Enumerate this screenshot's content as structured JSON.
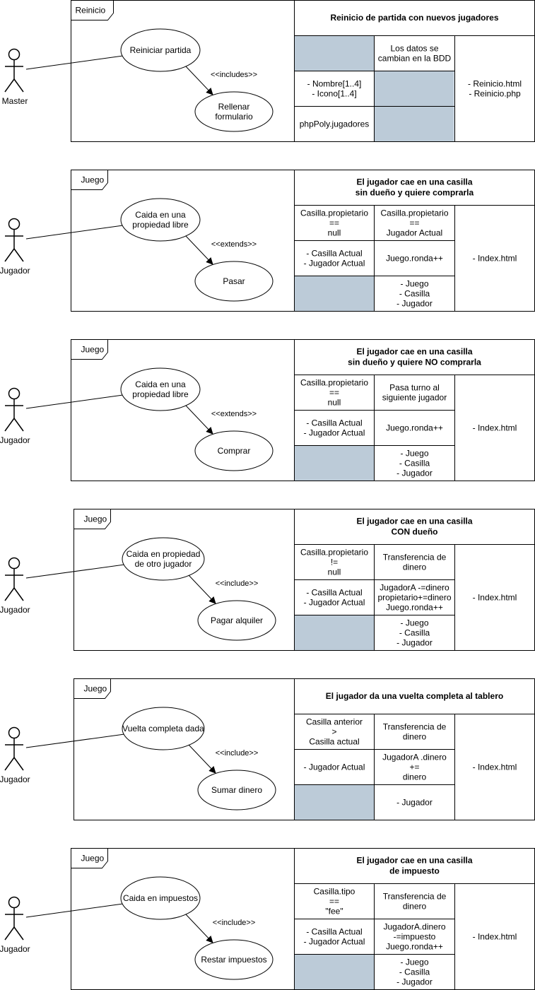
{
  "colors": {
    "shade": "#bccbd8",
    "stroke": "#000000",
    "background": "#ffffff"
  },
  "diagrams": [
    {
      "frame_label": "Reinicio",
      "actor": "Master",
      "main_use_case": "Reiniciar partida",
      "relation": "<<includes>>",
      "sub_use_case": [
        "Rellenar",
        "formulario"
      ],
      "table": {
        "title": [
          "Reinicio de partida con nuevos jugadores"
        ],
        "cells": [
          [
            null,
            [
              "Los datos se",
              "cambian en la BDD"
            ]
          ],
          [
            [
              "- Nombre[1..4]",
              "- Icono[1..4]"
            ],
            null
          ],
          [
            [
              "phpPoly.jugadores"
            ],
            null
          ]
        ],
        "right": [
          "- Reinicio.html",
          "- Reinicio.php"
        ]
      }
    },
    {
      "frame_label": "Juego",
      "actor": "Jugador",
      "main_use_case": [
        "Caida en una",
        "propiedad libre"
      ],
      "relation": "<<extends>>",
      "sub_use_case": [
        "Pasar"
      ],
      "table": {
        "title": [
          "El jugador cae en una casilla",
          "sin dueño y quiere comprarla"
        ],
        "cells": [
          [
            [
              "Casilla.propietario",
              "==",
              "null"
            ],
            [
              "Casilla.propietario",
              "==",
              "Jugador Actual"
            ]
          ],
          [
            [
              "- Casilla Actual",
              "- Jugador Actual"
            ],
            [
              "Juego.ronda++"
            ]
          ],
          [
            null,
            [
              "- Juego",
              "- Casilla",
              "- Jugador"
            ]
          ]
        ],
        "right": [
          "- Index.html"
        ]
      }
    },
    {
      "frame_label": "Juego",
      "actor": "Jugador",
      "main_use_case": [
        "Caida en una",
        "propiedad libre"
      ],
      "relation": "<<extends>>",
      "sub_use_case": [
        "Comprar"
      ],
      "table": {
        "title": [
          "El jugador cae en una casilla",
          "sin dueño y quiere NO comprarla"
        ],
        "cells": [
          [
            [
              "Casilla.propietario",
              "==",
              "null"
            ],
            [
              "Pasa turno al",
              "siguiente jugador"
            ]
          ],
          [
            [
              "- Casilla Actual",
              "- Jugador Actual"
            ],
            [
              "Juego.ronda++"
            ]
          ],
          [
            null,
            [
              "- Juego",
              "- Casilla",
              "- Jugador"
            ]
          ]
        ],
        "right": [
          "- Index.html"
        ]
      }
    },
    {
      "frame_label": "Juego",
      "actor": "Jugador",
      "main_use_case": [
        "Caida en propiedad",
        "de otro jugador"
      ],
      "relation": "<<include>>",
      "sub_use_case": [
        "Pagar alquiler"
      ],
      "table": {
        "title": [
          "El jugador cae en una casilla",
          "CON dueño"
        ],
        "cells": [
          [
            [
              "Casilla.propietario",
              "!=",
              "null"
            ],
            [
              "Transferencia de",
              "dinero"
            ]
          ],
          [
            [
              "- Casilla Actual",
              "- Jugador Actual"
            ],
            [
              "JugadorA -=dinero",
              "propietario+=dinero",
              "Juego.ronda++"
            ]
          ],
          [
            null,
            [
              "- Juego",
              "- Casilla",
              "- Jugador"
            ]
          ]
        ],
        "right": [
          "- Index.html"
        ]
      }
    },
    {
      "frame_label": "Juego",
      "actor": "Jugador",
      "main_use_case": [
        "Vuelta completa dada"
      ],
      "relation": "<<include>>",
      "sub_use_case": [
        "Sumar dinero"
      ],
      "table": {
        "title": [
          "El jugador da una vuelta completa al tablero"
        ],
        "cells": [
          [
            [
              "Casilla anterior",
              ">",
              "Casilla actual"
            ],
            [
              "Transferencia de",
              "dinero"
            ]
          ],
          [
            [
              "- Jugador Actual"
            ],
            [
              "JugadorA .dinero",
              "+=",
              "dinero"
            ]
          ],
          [
            null,
            [
              "- Jugador"
            ]
          ]
        ],
        "right": [
          "- Index.html"
        ]
      }
    },
    {
      "frame_label": "Juego",
      "actor": "Jugador",
      "main_use_case": [
        "Caida en impuestos"
      ],
      "relation": "<<include>>",
      "sub_use_case": [
        "Restar impuestos"
      ],
      "table": {
        "title": [
          "El jugador cae en una casilla",
          "de impuesto"
        ],
        "cells": [
          [
            [
              "Casilla.tipo",
              "==",
              "\"fee\""
            ],
            [
              "Transferencia de",
              "dinero"
            ]
          ],
          [
            [
              "- Casilla Actual",
              "- Jugador Actual"
            ],
            [
              "JugadorA.dinero",
              "-=impuesto",
              "Juego.ronda++"
            ]
          ],
          [
            null,
            [
              "- Juego",
              "- Casilla",
              "- Jugador"
            ]
          ]
        ],
        "right": [
          "- Index.html"
        ]
      }
    }
  ]
}
